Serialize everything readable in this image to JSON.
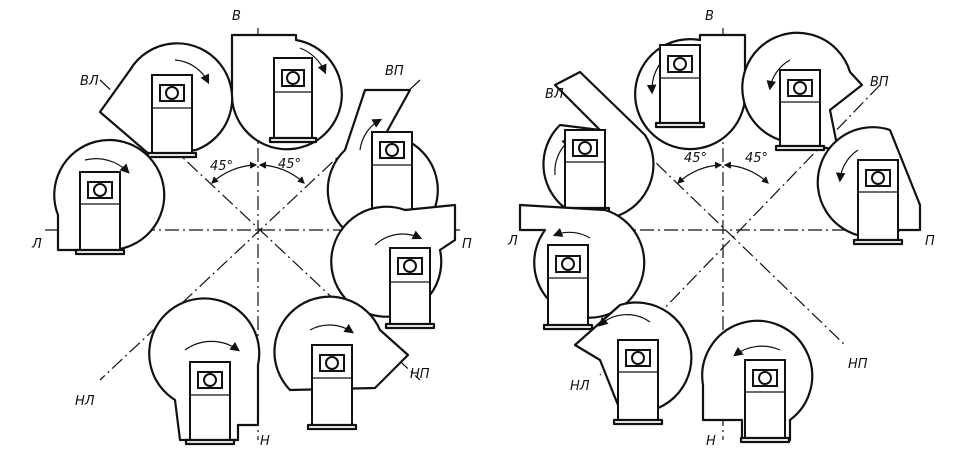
{
  "colors": {
    "ink": "#111111",
    "background": "#ffffff"
  },
  "diagram": {
    "left": {
      "axis_labels": {
        "top": "В",
        "top_left": "ВЛ",
        "top_right": "ВП",
        "left": "Л",
        "right": "П",
        "bottom_left": "НЛ",
        "bottom_right": "НП",
        "bottom": "Н"
      },
      "angle_left": "45°",
      "angle_right": "45°",
      "rotation": "clockwise"
    },
    "right": {
      "axis_labels": {
        "top": "В",
        "top_left": "ВЛ",
        "top_right": "ВП",
        "left": "Л",
        "right": "П",
        "bottom_left": "НЛ",
        "bottom_right": "НП",
        "bottom": "Н"
      },
      "angle_left": "45°",
      "angle_right": "45°",
      "rotation": "counterclockwise"
    }
  }
}
